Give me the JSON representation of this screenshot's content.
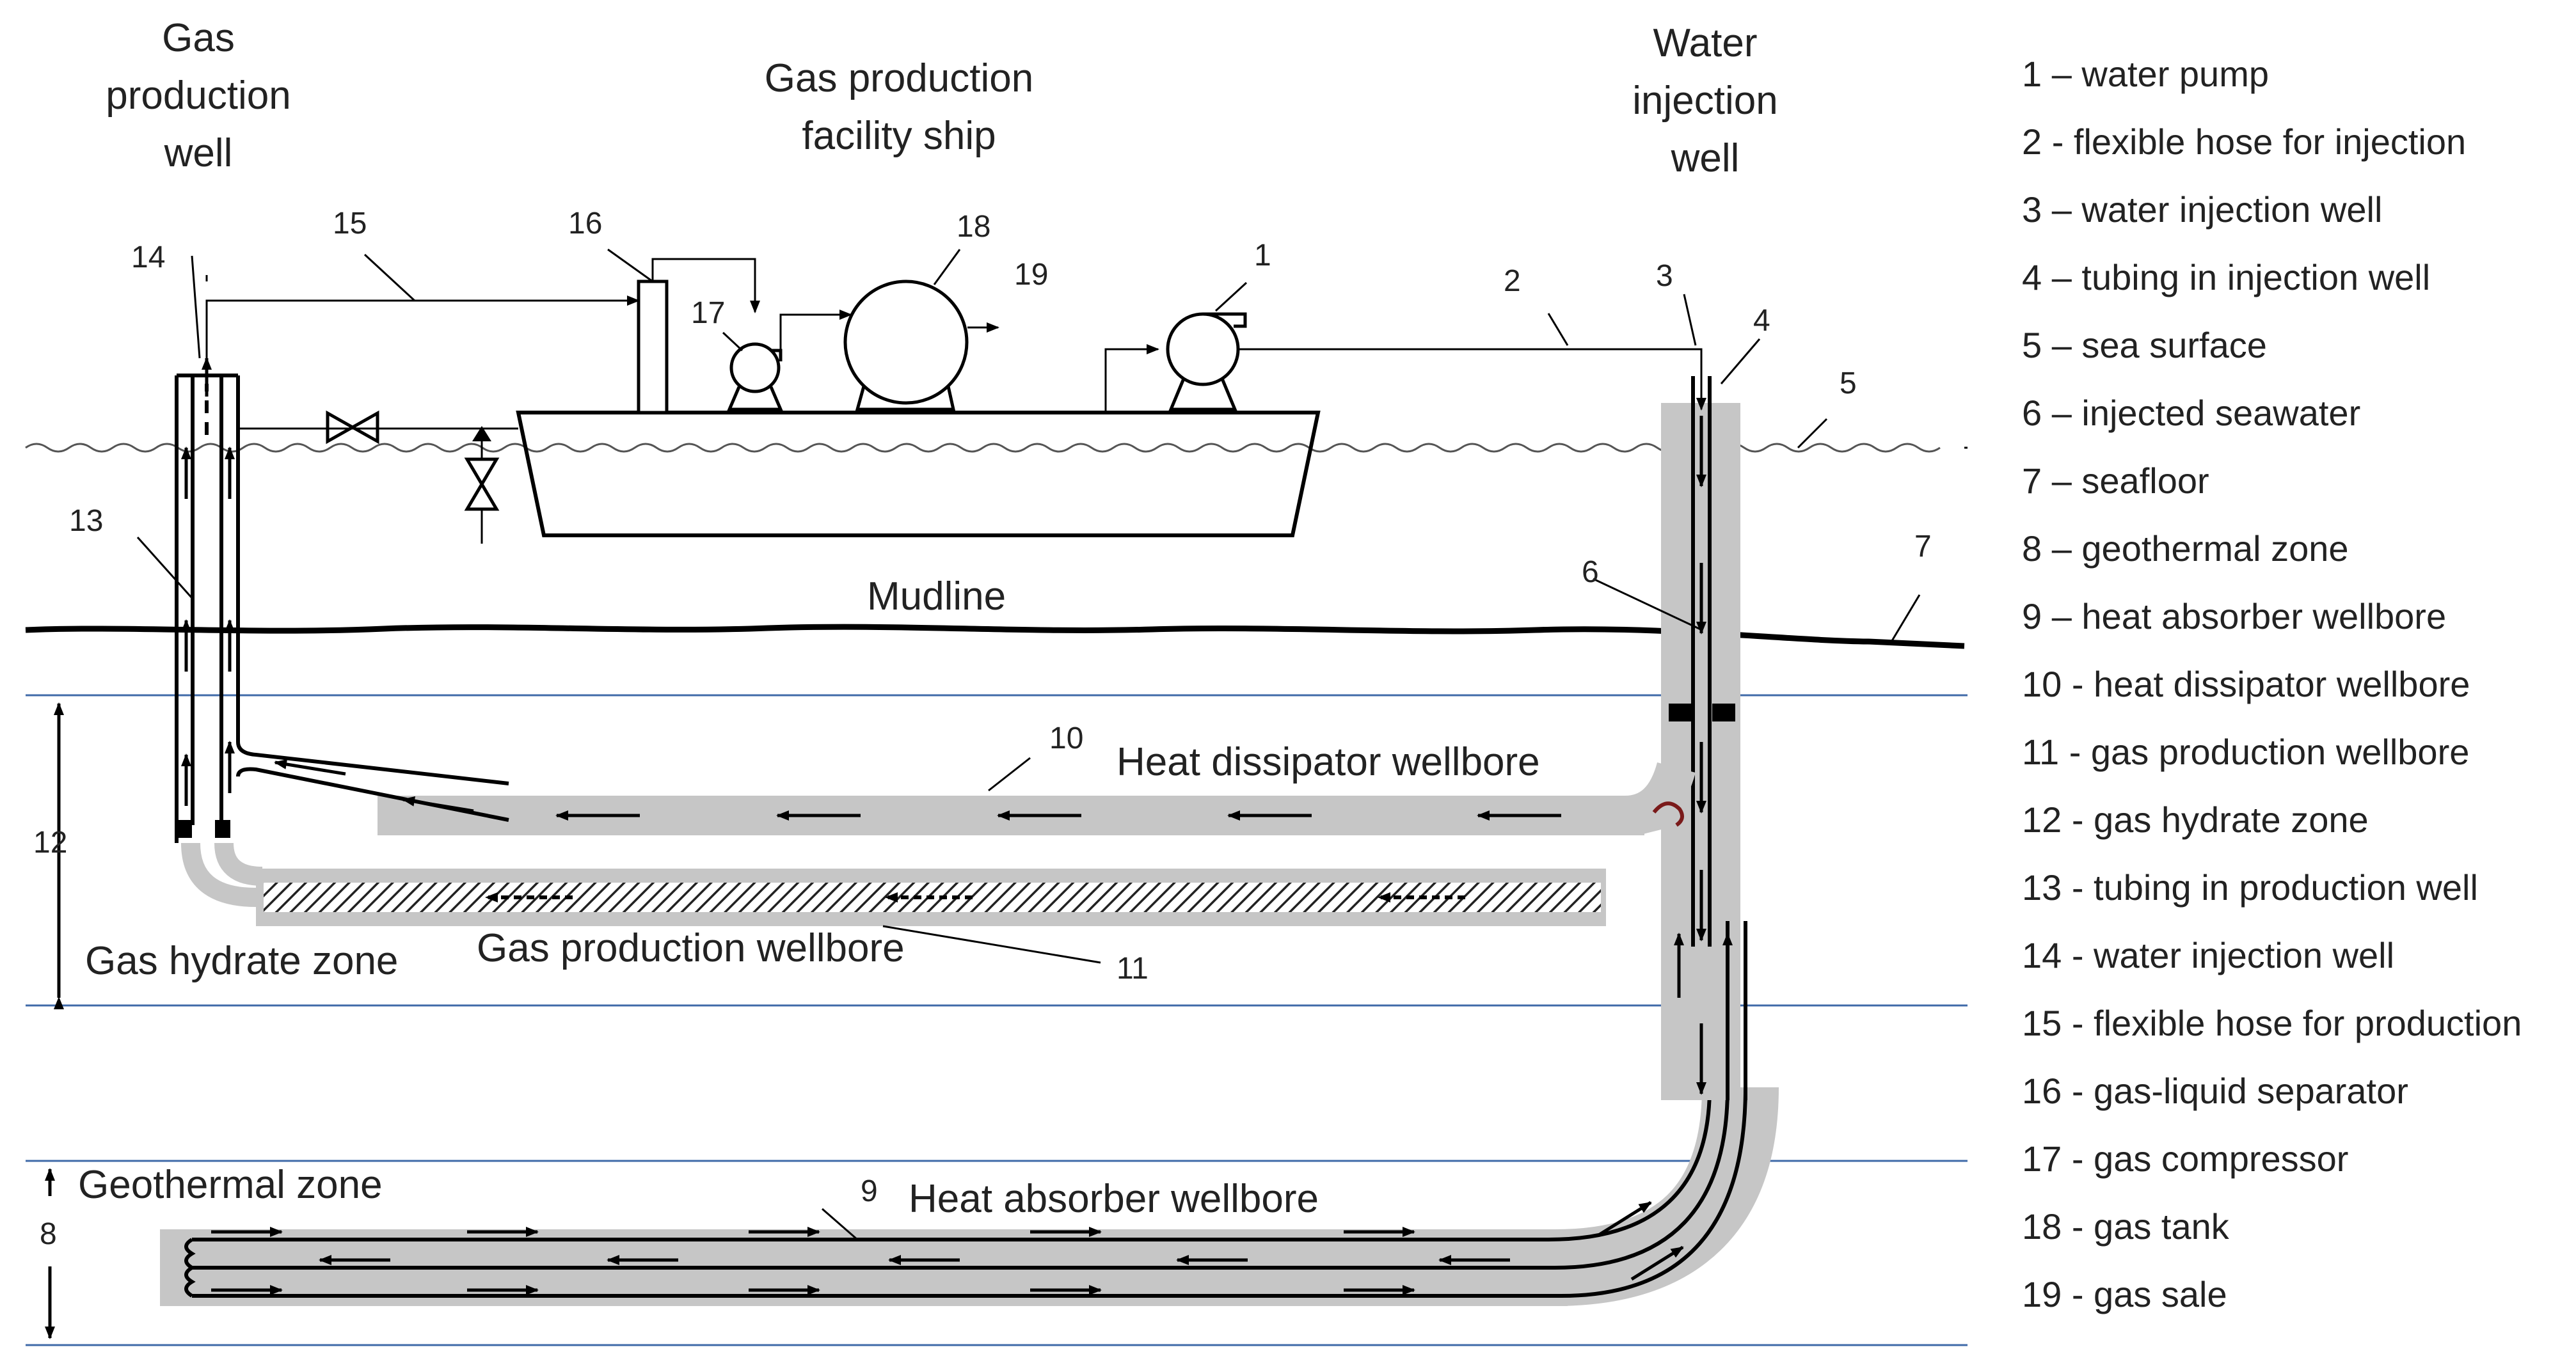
{
  "labels": {
    "gas_production_well": [
      "Gas",
      "production",
      "well"
    ],
    "ship": [
      "Gas production",
      "facility ship"
    ],
    "water_injection_well": [
      "Water",
      "injection",
      "well"
    ],
    "mudline": "Mudline",
    "heat_dissipator": "Heat dissipator wellbore",
    "gas_production_wellbore": "Gas production wellbore",
    "gas_hydrate_zone": "Gas hydrate zone",
    "geothermal_zone": "Geothermal zone",
    "heat_absorber": "Heat absorber wellbore"
  },
  "callouts": {
    "n1": "1",
    "n2": "2",
    "n3": "3",
    "n4": "4",
    "n5": "5",
    "n6": "6",
    "n7": "7",
    "n8": "8",
    "n9": "9",
    "n10": "10",
    "n11": "11",
    "n12": "12",
    "n13": "13",
    "n14": "14",
    "n15": "15",
    "n16": "16",
    "n17": "17",
    "n18": "18",
    "n19": "19"
  },
  "legend": [
    "1 – water pump",
    "2 - flexible hose for injection",
    "3 – water injection well",
    "4 – tubing in injection well",
    "5 – sea surface",
    "6 – injected seawater",
    "7 – seafloor",
    "8 – geothermal zone",
    "9 – heat absorber wellbore",
    "10 - heat dissipator wellbore",
    "11 - gas production wellbore",
    "12 - gas hydrate zone",
    "13 - tubing in production well",
    "14 - water injection well",
    "15 - flexible hose for production",
    "16 - gas-liquid separator",
    "17 - gas compressor",
    "18 - gas tank",
    "19 - gas sale"
  ],
  "colors": {
    "zone_line": "#3f6aa8",
    "wellbore_fill": "#c6c6c6",
    "ink": "#000000"
  }
}
